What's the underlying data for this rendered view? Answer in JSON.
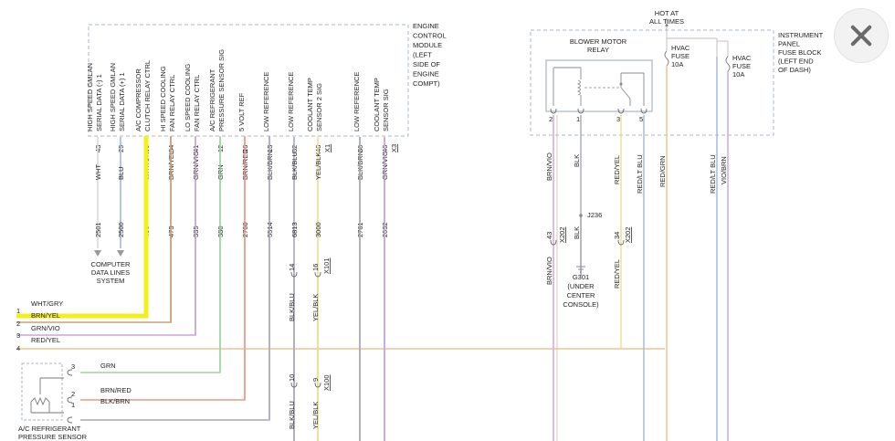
{
  "ecm": {
    "name_lines": [
      "ENGINE",
      "CONTROL",
      "MODULE",
      "(LEFT",
      "SIDE OF",
      "ENGINE",
      "COMPT)"
    ],
    "pins": [
      {
        "func": [
          "HIGH SPEED GMLAN",
          "SERIAL DATA (-) 1"
        ],
        "pin": "43",
        "wire": "WHT",
        "circuit": "2501"
      },
      {
        "func": [
          "HIGH SPEED GMLAN",
          "SERIAL DATA (+) 1"
        ],
        "pin": "29",
        "wire": "BLU",
        "circuit": "2500"
      },
      {
        "func": [
          "A/C COMPRESSOR",
          "CLUTCH RELAY CTRL"
        ],
        "pin": "53",
        "wire": "WHT/GRY",
        "circuit": "459"
      },
      {
        "func": [
          "HI SPEED COOLING",
          "FAN RELAY CTRL"
        ],
        "pin": "54",
        "wire": "BRN/YEL",
        "circuit": "473"
      },
      {
        "func": [
          "LO SPEED COOLING",
          "FAN RELAY CTRL"
        ],
        "pin": "41",
        "wire": "GRN/VIO",
        "circuit": "335"
      },
      {
        "func": [
          "A/C REFRIGERANT",
          "PRESSURE SENSOR SIG"
        ],
        "pin": "12",
        "wire": "GRN",
        "circuit": "380"
      },
      {
        "func": [
          "5 VOLT REF"
        ],
        "pin": "26",
        "wire": "BRN/RED",
        "circuit": "2700"
      },
      {
        "func": [
          "LOW REFERENCE"
        ],
        "pin": "13",
        "wire": "BLK/BRN",
        "circuit": "5514"
      },
      {
        "func": [
          "LOW REFERENCE"
        ],
        "pin": "32",
        "wire": "BLK/BLU",
        "circuit": "6813"
      },
      {
        "func": [
          "COOLANT TEMP",
          "SENSOR 2 SIG"
        ],
        "pin": "46",
        "conn": "X1",
        "wire": "YEL/BLK",
        "circuit": "3000"
      },
      {
        "func": [
          "LOW REFERENCE"
        ],
        "pin": "30",
        "wire": "BLK/BRN",
        "circuit": "2761"
      },
      {
        "func": [
          "COOLANT TEMP",
          "SENSOR SIG"
        ],
        "pin": "46",
        "conn": "X3",
        "wire": "GRN/VIO",
        "circuit": "2032"
      }
    ]
  },
  "data_lines": {
    "lines": [
      "COMPUTER",
      "DATA LINES",
      "SYSTEM"
    ]
  },
  "connector_x101": {
    "name": "X101",
    "pin_a": "14",
    "pin_b": "16",
    "wire_a": "BLK/BLU",
    "wire_b": "YEL/BLK"
  },
  "connector_x100": {
    "name": "X100",
    "pin_a": "10",
    "pin_b": "9",
    "wire_a": "BLK/BLU",
    "wire_b": "YEL/BLK"
  },
  "left_harness": [
    {
      "num": "",
      "wire": "WHT/GRY"
    },
    {
      "num": "1",
      "wire": "BRN/YEL"
    },
    {
      "num": "2",
      "wire": "GRN/VIO"
    },
    {
      "num": "3",
      "wire": "RED/YEL"
    },
    {
      "num": "4",
      "wire": ""
    }
  ],
  "sensor": {
    "name_lines": [
      "A/C REFRIGERANT",
      "PRESSURE SENSOR"
    ],
    "pins": [
      {
        "num": "3",
        "wire": "GRN"
      },
      {
        "num": "2",
        "wire": "BRN/RED"
      },
      {
        "num": "1",
        "wire": "BLK/BRN"
      }
    ]
  },
  "hot": {
    "lines": [
      "HOT AT",
      "ALL TIMES"
    ]
  },
  "relay": {
    "name_lines": [
      "BLOWER MOTOR",
      "RELAY"
    ],
    "pins": [
      "2",
      "1",
      "3",
      "5"
    ]
  },
  "fuse_block": {
    "name_lines": [
      "INSTRUMENT",
      "PANEL",
      "FUSE BLOCK",
      "(LEFT END",
      "OF DASH)"
    ]
  },
  "fuses": [
    {
      "lines": [
        "HVAC",
        "FUSE",
        "10A"
      ]
    },
    {
      "lines": [
        "HVAC",
        "FUSE",
        "10A"
      ]
    }
  ],
  "right_wires": {
    "w1": "BRN/VIO",
    "w2": "BLK",
    "w3": "RED/YEL",
    "w4": "RED/LT BLU",
    "w5": "RED/GRN",
    "w6": "RED/LT BLU",
    "w7": "VIO/BRN",
    "x202a_pin": "43",
    "x202_name": "X202",
    "x202b_pin": "34",
    "splice": "J236",
    "wire_blk2": "BLK",
    "wire_brnvio2": "BRN/VIO",
    "wire_redyel2": "RED/YEL"
  },
  "ground": {
    "lines": [
      "G301",
      "(UNDER",
      "CENTER",
      "CONSOLE)"
    ]
  },
  "close_icon": "close-icon",
  "colors": {
    "highlight": "#f4ef1a",
    "wht": "#d9d9d9",
    "blu": "#9fb7d9",
    "brn": "#c7a27a",
    "grn": "#9ed39e",
    "vio": "#c9a5d6",
    "red": "#e99a8a",
    "yel": "#f0dc8c",
    "blk": "#a9a9b8"
  }
}
